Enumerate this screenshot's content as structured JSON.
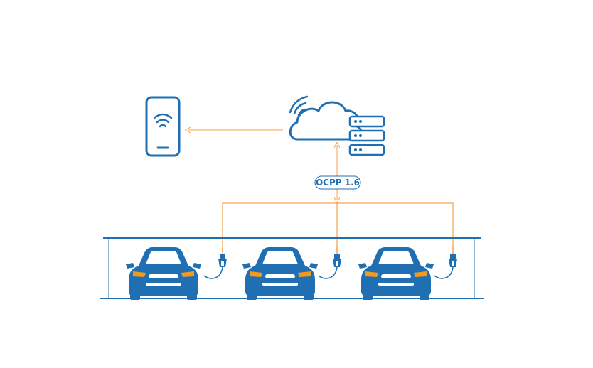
{
  "protocol_label": "OCPP 1.6",
  "colors": {
    "primary_blue": "#1f6fb2",
    "connector_orange": "#f4a34a",
    "headlight_orange": "#f39a1d",
    "background": "#ffffff"
  },
  "icons": {
    "phone": "smartphone-wifi-icon",
    "cloud": "cloud-wifi-icon",
    "server": "server-stack-icon",
    "charger": "charging-plug-icon",
    "car": "car-front-icon"
  },
  "cars": [
    {
      "id": "car-1"
    },
    {
      "id": "car-2"
    },
    {
      "id": "car-3"
    }
  ]
}
